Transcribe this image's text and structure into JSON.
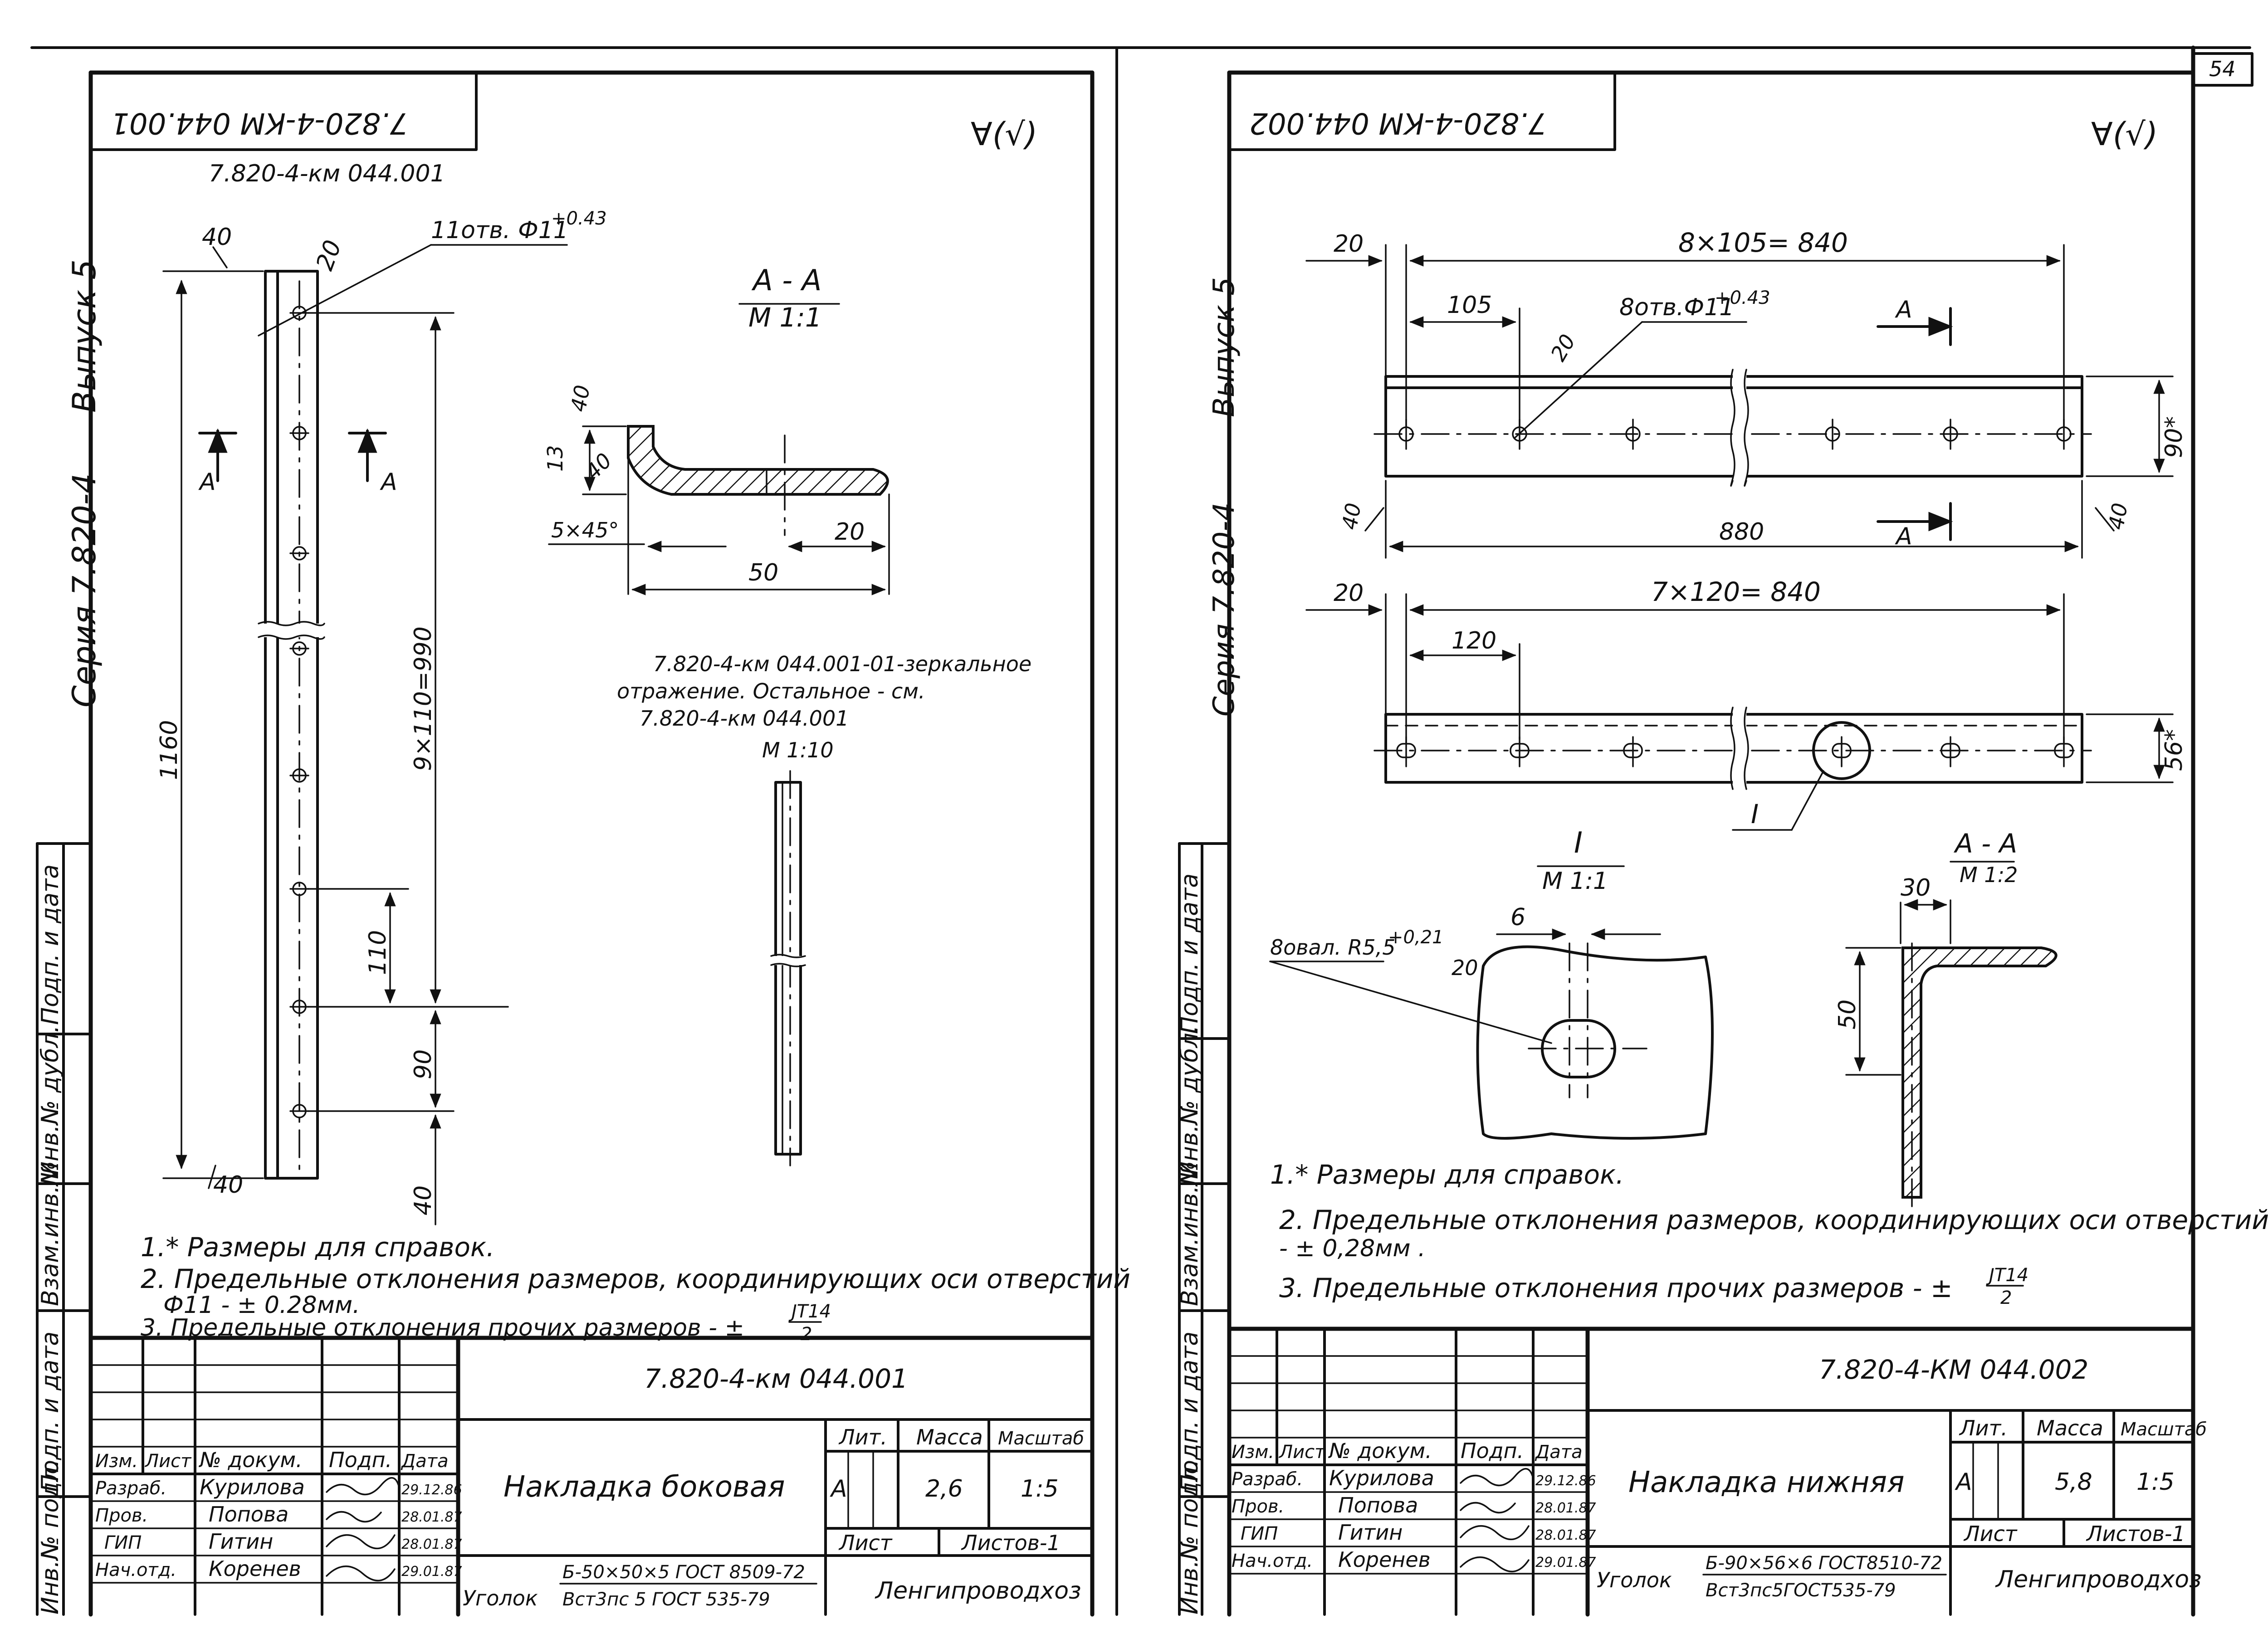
{
  "page_number": "54",
  "left": {
    "stamp_code": "7.820-4-КМ 044.001",
    "roughness_mark": "∀(√)",
    "header_code": "7.820-4-км 044.001",
    "side_series": "Серия 7.820-4",
    "side_issue": "Выпуск 5",
    "side_cols": [
      "Взам.инв.№",
      "Инв.№ дубл.",
      "Подп. и дата",
      "Подп. и дата",
      "Инв.№ подл."
    ],
    "hole_callout": "11отв. Ф11",
    "hole_tol": "+0.43",
    "dims": {
      "d40_top": "40",
      "d20_top": "20",
      "d1160": "1160",
      "d990": "9×110=990",
      "d110": "110",
      "d90": "90",
      "d40_bot": "40",
      "d40_bot2": "40"
    },
    "section_mark": "А",
    "section_title": "А - А",
    "section_scale": "М 1:1",
    "section_dims": {
      "d40": "40",
      "d13": "13",
      "d40b": "40",
      "chamfer": "5×45°",
      "d20": "20",
      "d50": "50"
    },
    "mirror_note_1": "7.820-4-км 044.001-01-зеркальное",
    "mirror_note_2": "отражение. Остальное - см.",
    "mirror_note_3": "7.820-4-км 044.001",
    "mirror_scale": "М 1:10",
    "notes": [
      "1.* Размеры для справок.",
      "2. Предельные отклонения размеров, координирующих оси отверстий",
      "Ф11 - ± 0.28мм.",
      "3. Предельные отклонения прочих размеров - ±"
    ],
    "tol_frac_top": "JT14",
    "tol_frac_bot": "2",
    "title_block": {
      "code": "7.820-4-км 044.001",
      "name": "Накладка боковая",
      "head_izm": "Изм.",
      "head_list": "Лист",
      "head_doc": "№ докум.",
      "head_sign": "Подп.",
      "head_date": "Дата",
      "rows": [
        {
          "role": "Разраб.",
          "person": "Курилова",
          "date": "29.12.86"
        },
        {
          "role": "Пров.",
          "person": "Попова",
          "date": "28.01.87"
        },
        {
          "role": "ГИП",
          "person": "Гитин",
          "date": "28.01.87"
        },
        {
          "role": "Нач.отд.",
          "person": "Коренев",
          "date": "29.01.87"
        }
      ],
      "lit_label": "Лит.",
      "mass_label": "Масса",
      "scale_label": "Масштаб",
      "lit": "А",
      "mass": "2,6",
      "scale": "1:5",
      "sheet_label": "Лист",
      "sheets_label": "Листов-1",
      "material_prefix": "Уголок",
      "material_top": "Б-50×50×5 ГОСТ 8509-72",
      "material_bot": "Вст3пс 5 ГОСТ 535-79",
      "org": "Ленгипроводхоз"
    }
  },
  "right": {
    "stamp_code": "7.820-4-КМ 044.002",
    "roughness_mark": "∀(√)",
    "side_series": "Серия 7.820-4",
    "side_issue": "Выпуск 5",
    "side_cols": [
      "Взам.инв.№",
      "Инв.№ дубл.",
      "Подп. и дата",
      "Подп. и дата",
      "Инв.№ подл."
    ],
    "dims_top": {
      "d20": "20",
      "d840": "8×105= 840",
      "d105": "105",
      "d880": "880",
      "d90": "90*",
      "d40a": "40",
      "d40b": "40"
    },
    "hole_callout": "8отв.Ф11",
    "hole_tol": "+0.43",
    "hole_d20": "20",
    "section_mark": "А",
    "dims_bot": {
      "d20": "20",
      "d840": "7×120= 840",
      "d120": "120",
      "d56": "56*"
    },
    "detail_mark": "I",
    "detail_title": "I",
    "detail_scale": "М 1:1",
    "detail_d6": "6",
    "detail_callout": "8овал. R5,5",
    "detail_tol": "+0,21",
    "detail_d20": "20",
    "section_title": "А - А",
    "section_scale": "М 1:2",
    "section_d30": "30",
    "section_d50": "50",
    "notes": [
      "1.* Размеры для справок.",
      "2. Предельные отклонения размеров, координирующих оси отверстий",
      "- ± 0,28мм .",
      "3. Предельные отклонения прочих размеров - ±"
    ],
    "tol_frac_top": "JT14",
    "tol_frac_bot": "2",
    "title_block": {
      "code": "7.820-4-КМ 044.002",
      "name": "Накладка нижняя",
      "head_izm": "Изм.",
      "head_list": "Лист",
      "head_doc": "№ докум.",
      "head_sign": "Подп.",
      "head_date": "Дата",
      "rows": [
        {
          "role": "Разраб.",
          "person": "Курилова",
          "date": "29.12.86"
        },
        {
          "role": "Пров.",
          "person": "Попова",
          "date": "28.01.87"
        },
        {
          "role": "ГИП",
          "person": "Гитин",
          "date": "28.01.87"
        },
        {
          "role": "Нач.отд.",
          "person": "Коренев",
          "date": "29.01.87"
        }
      ],
      "lit_label": "Лит.",
      "mass_label": "Масса",
      "scale_label": "Масштаб",
      "lit": "А",
      "mass": "5,8",
      "scale": "1:5",
      "sheet_label": "Лист",
      "sheets_label": "Листов-1",
      "material_prefix": "Уголок",
      "material_top": "Б-90×56×6 ГОСТ8510-72",
      "material_bot": "Вст3пс5ГОСТ535-79",
      "org": "Ленгипроводхоз"
    }
  }
}
